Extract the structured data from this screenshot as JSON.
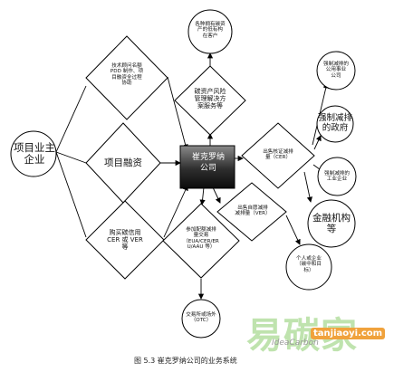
{
  "diagram": {
    "center": "崔克罗纳\n公司",
    "left_entity": "项目业主\n企业",
    "diamond_financing": "项目融资",
    "diamond_tech": "技术顾问名额\nPDD 制作、项\n目融资全过程\n协助",
    "diamond_purchase": "购买碳信用\nCER 或 VER\n等",
    "diamond_risk": "碳资产风险\n管理解决方\n案服务等",
    "circle_customers": "各种拥有碳资\n产的低有构\n在客户",
    "diamond_sell_cer": "出售核证减排\n量（CER）",
    "diamond_sell_ver": "出售自愿减排\n减排量（VER）",
    "diamond_trade": "参加配额减排\n量交易\n（EUA/CER/ER\nU/AAU 等）",
    "circle_otc": "交易所或场外\n（OTC）",
    "circle_enterprise": "强制减排的\n公用事业\n公司",
    "circle_government": "强制减排\n的政府",
    "circle_industrial": "强制减排的\n工业企业",
    "circle_finance": "金融机构\n等",
    "circle_individual": "个人或企业\n（碳中和目\n标）"
  },
  "caption": "图 5.3 崔克罗纳公司的业务系统",
  "watermark": {
    "logo": "易碳家",
    "url": "tanjiaoyi.com",
    "brand": "IdeaCarbon"
  }
}
